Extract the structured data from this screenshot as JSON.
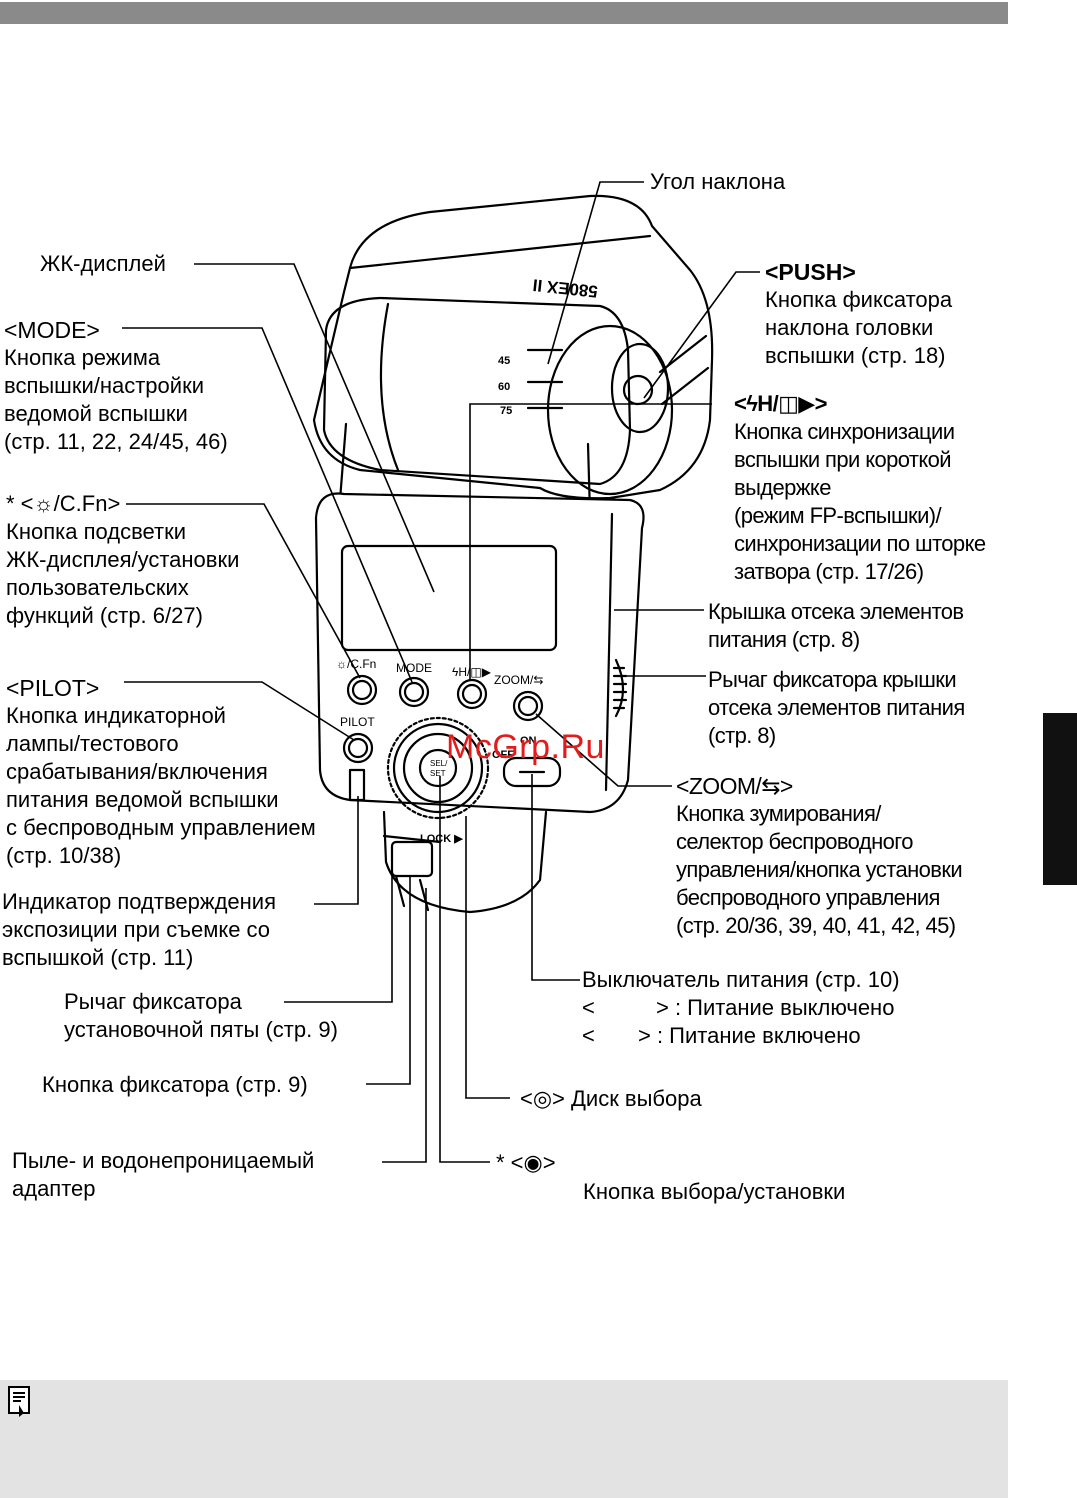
{
  "watermark": "McGrp.Ru",
  "device": {
    "model": "580EX II",
    "buttons": [
      "☼/C.Fn",
      "MODE",
      "ϟH/◫▶",
      "ZOOM/⇆",
      "PILOT"
    ],
    "switch": {
      "off": "OFF",
      "on": "ON"
    },
    "lock": "LOCK ▶",
    "dial_center": "SEL/SET",
    "angles": [
      "45",
      "60",
      "75"
    ]
  },
  "labels": {
    "tilt_angle": "Угол наклона",
    "lcd": "ЖК-дисплей",
    "mode_title": "<MODE>",
    "mode_lines": [
      "Кнопка режима",
      "вспышки/настройки",
      "ведомой вспышки",
      "(стр. 11, 22, 24/45, 46)"
    ],
    "push_title": "<PUSH>",
    "push_lines": [
      "Кнопка фиксатора",
      "наклона головки",
      "вспышки (стр. 18)"
    ],
    "fp_title": "<ϟH/◫▶>",
    "fp_lines": [
      "Кнопка синхронизации",
      "вспышки при короткой",
      "выдержке",
      "(режим FP-вспышки)/",
      "синхронизации по шторке",
      "затвора (стр. 17/26)"
    ],
    "cfn_title": "* <☼/C.Fn>",
    "cfn_lines": [
      "Кнопка подсветки",
      "ЖК-дисплея/установки",
      "пользовательских",
      "функций (стр. 6/27)"
    ],
    "battery_cover": [
      "Крышка отсека элементов",
      "питания (стр. 8)"
    ],
    "battery_lever": [
      "Рычаг фиксатора крышки",
      "отсека элементов питания",
      "(стр. 8)"
    ],
    "pilot_title": "<PILOT>",
    "pilot_lines": [
      "Кнопка индикаторной",
      "лампы/тестового",
      "срабатывания/включения",
      "питания ведомой вспышки",
      "с беспроводным управлением",
      "(стр. 10/38)"
    ],
    "zoom_title": "<ZOOM/⇆>",
    "zoom_lines": [
      "Кнопка зумирования/",
      "селектор беспроводного",
      "управления/кнопка установки",
      "беспроводного управления",
      "(стр. 20/36, 39, 40, 41, 42, 45)"
    ],
    "exposure": [
      "Индикатор подтверждения",
      "экспозиции при съемке со",
      "вспышкой (стр. 11)"
    ],
    "power_title": "Выключатель питания (стр. 10)",
    "power_off": [
      " <",
      "> : Питание выключено"
    ],
    "power_on": [
      " <",
      "> : Питание включено"
    ],
    "foot_lever": [
      "Рычаг фиксатора",
      "установочной пяты (стр. 9)"
    ],
    "lock_button": "Кнопка фиксатора (стр. 9)",
    "dial": "<◎> Диск выбора",
    "adapter": [
      "Пыле- и водонепроницаемый",
      "адаптер"
    ],
    "selset_title": "* <◉>",
    "selset_desc": "Кнопка выбора/установки"
  }
}
